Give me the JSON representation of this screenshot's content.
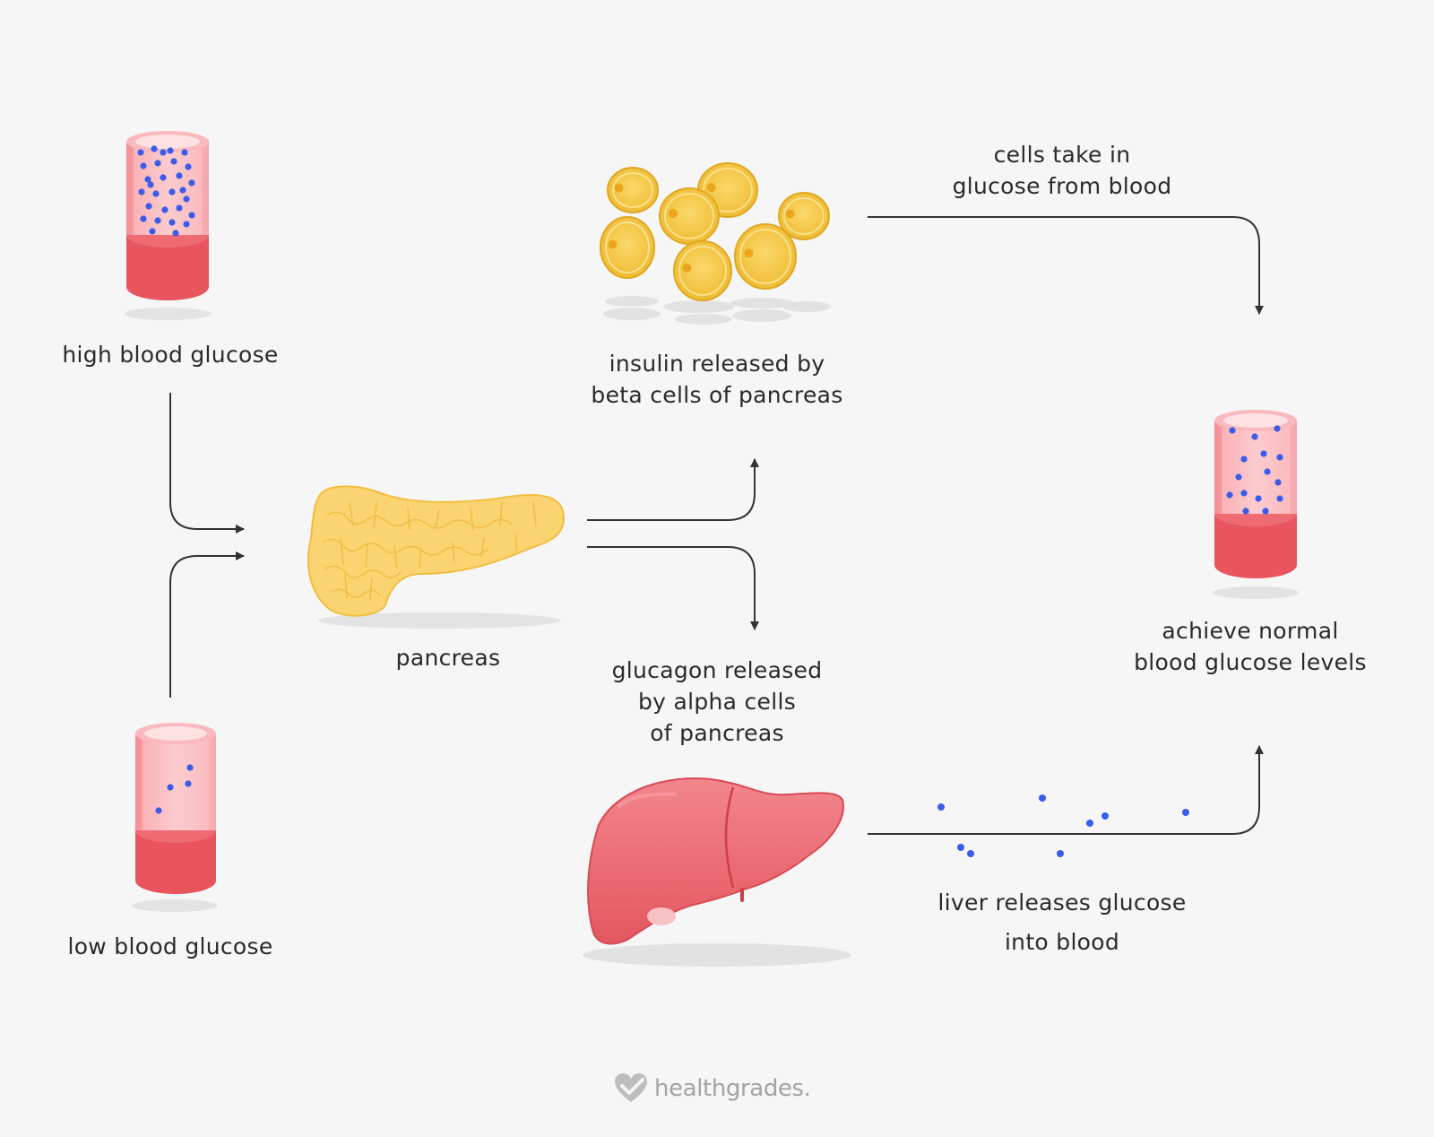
{
  "labels": {
    "high_blood_glucose": "high blood glucose",
    "low_blood_glucose": "low blood glucose",
    "pancreas": "pancreas",
    "insulin": [
      "insulin released by",
      "beta cells of pancreas"
    ],
    "glucagon": [
      "glucagon released",
      "by alpha cells",
      "of pancreas"
    ],
    "cells_take_in": [
      "cells take in",
      "glucose from blood"
    ],
    "liver_releases": [
      "liver releases glucose",
      "into blood"
    ],
    "normal": [
      "achieve normal",
      "blood glucose levels"
    ]
  },
  "brand": {
    "name": "healthgrades."
  },
  "colors": {
    "background": "#f6f6f6",
    "blood": "#e8555e",
    "tube_glass": "#f6a9ae",
    "glucose_dot": "#3b5bea",
    "fat_cell": "#f4c94a",
    "pancreas": "#f9d36a",
    "liver": "#ec6b73",
    "arrow": "#333333",
    "text": "#2a2a2a",
    "brand": "#a3a3a3"
  },
  "icons": {
    "tube": "blood-vessel-tube",
    "cells": "fat-cells-cluster",
    "organ_pancreas": "pancreas-organ",
    "organ_liver": "liver-organ",
    "logo": "healthgrades-heart-logo"
  }
}
